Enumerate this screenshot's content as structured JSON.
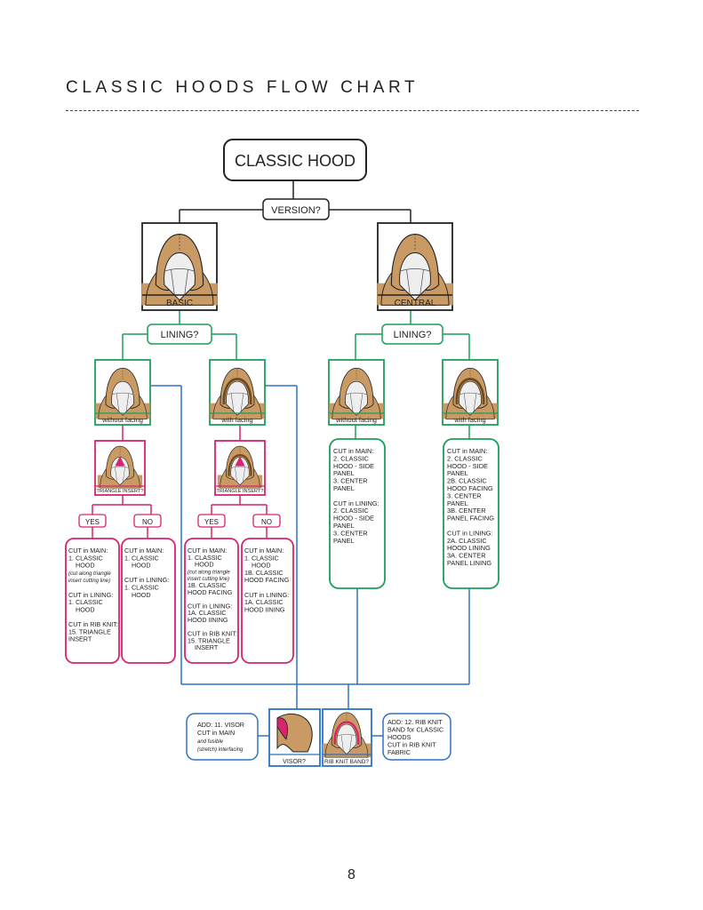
{
  "title": "CLASSIC HOODS FLOW CHART",
  "page_number": "8",
  "colors": {
    "black": "#222222",
    "green": "#1e9e5a",
    "pink": "#d6246e",
    "blue": "#2f72c2",
    "hood_tan": "#c99a63"
  },
  "root": {
    "label": "CLASSIC HOOD"
  },
  "version_question": "VERSION?",
  "versions": [
    {
      "label": "BASIC",
      "lining_question": "LINING?"
    },
    {
      "label": "CENTRAL",
      "lining_question": "LINING?"
    }
  ],
  "lining_options": [
    "without facing",
    "with facing",
    "without facing",
    "with facing"
  ],
  "triangle_question": "TRIANGLE INSERT?",
  "yes_label": "YES",
  "no_label": "NO",
  "cut_boxes": {
    "a_yes": [
      {
        "t": "CUT in MAIN:"
      },
      {
        "t": "1. CLASSIC"
      },
      {
        "t": "HOOD",
        "indent": true
      },
      {
        "t": "(cut along triangle",
        "note": true
      },
      {
        "t": "insert cutting line)",
        "note": true
      },
      {
        "t": ""
      },
      {
        "t": "CUT in LINING:"
      },
      {
        "t": "1. CLASSIC"
      },
      {
        "t": "HOOD",
        "indent": true
      },
      {
        "t": ""
      },
      {
        "t": "CUT in RIB KNIT:"
      },
      {
        "t": "15. TRIANGLE"
      },
      {
        "t": "INSERT"
      }
    ],
    "a_no": [
      {
        "t": "CUT in MAIN:"
      },
      {
        "t": "1. CLASSIC"
      },
      {
        "t": "HOOD",
        "indent": true
      },
      {
        "t": ""
      },
      {
        "t": "CUT in LINING:"
      },
      {
        "t": "1. CLASSIC"
      },
      {
        "t": "HOOD",
        "indent": true
      }
    ],
    "b_yes": [
      {
        "t": "CUT in MAIN:"
      },
      {
        "t": "1. CLASSIC"
      },
      {
        "t": "HOOD",
        "indent": true
      },
      {
        "t": "(cut along triangle",
        "note": true
      },
      {
        "t": "insert cutting line)",
        "note": true
      },
      {
        "t": "1B. CLASSIC"
      },
      {
        "t": "HOOD FACING"
      },
      {
        "t": ""
      },
      {
        "t": "CUT in LINING:"
      },
      {
        "t": "1A. CLASSIC"
      },
      {
        "t": "HOOD IINING"
      },
      {
        "t": ""
      },
      {
        "t": "CUT in RIB KNIT:"
      },
      {
        "t": "15. TRIANGLE"
      },
      {
        "t": "INSERT",
        "indent": true
      }
    ],
    "b_no": [
      {
        "t": "CUT in MAIN:"
      },
      {
        "t": "1. CLASSIC"
      },
      {
        "t": "HOOD",
        "indent": true
      },
      {
        "t": "1B. CLASSIC"
      },
      {
        "t": "HOOD FACING"
      },
      {
        "t": ""
      },
      {
        "t": "CUT in LINING:"
      },
      {
        "t": "1A. CLASSIC"
      },
      {
        "t": "HOOD IINING"
      }
    ],
    "c": [
      {
        "t": "CUT in MAIN:"
      },
      {
        "t": "2. CLASSIC"
      },
      {
        "t": "HOOD - SIDE"
      },
      {
        "t": "PANEL"
      },
      {
        "t": "3. CENTER"
      },
      {
        "t": "PANEL"
      },
      {
        "t": ""
      },
      {
        "t": "CUT in LINING:"
      },
      {
        "t": "2. CLASSIC"
      },
      {
        "t": "HOOD - SIDE"
      },
      {
        "t": "PANEL"
      },
      {
        "t": "3. CENTER"
      },
      {
        "t": "PANEL"
      }
    ],
    "d": [
      {
        "t": "CUT in MAIN:"
      },
      {
        "t": "2. CLASSIC"
      },
      {
        "t": "HOOD - SIDE"
      },
      {
        "t": "PANEL"
      },
      {
        "t": "2B. CLASSIC"
      },
      {
        "t": "HOOD FACING"
      },
      {
        "t": "3. CENTER"
      },
      {
        "t": "PANEL"
      },
      {
        "t": "3B. CENTER"
      },
      {
        "t": "PANEL FACING"
      },
      {
        "t": ""
      },
      {
        "t": "CUT in LINING:"
      },
      {
        "t": "2A. CLASSIC"
      },
      {
        "t": "HOOD LINING"
      },
      {
        "t": "3A. CENTER"
      },
      {
        "t": "PANEL LINING"
      }
    ]
  },
  "visor": {
    "label": "VISOR?",
    "note": [
      {
        "t": "ADD: 11. VISOR"
      },
      {
        "t": "CUT in MAIN"
      },
      {
        "t": "and fusible",
        "note": true
      },
      {
        "t": "(stretch) interfacing",
        "note": true
      }
    ]
  },
  "rib_band": {
    "label": "RIB KNIT BAND?",
    "note": [
      {
        "t": "ADD: 12. RIB KNIT"
      },
      {
        "t": "BAND for CLASSIC"
      },
      {
        "t": "HOODS"
      },
      {
        "t": "CUT in RIB KNIT"
      },
      {
        "t": "FABRIC"
      }
    ]
  }
}
